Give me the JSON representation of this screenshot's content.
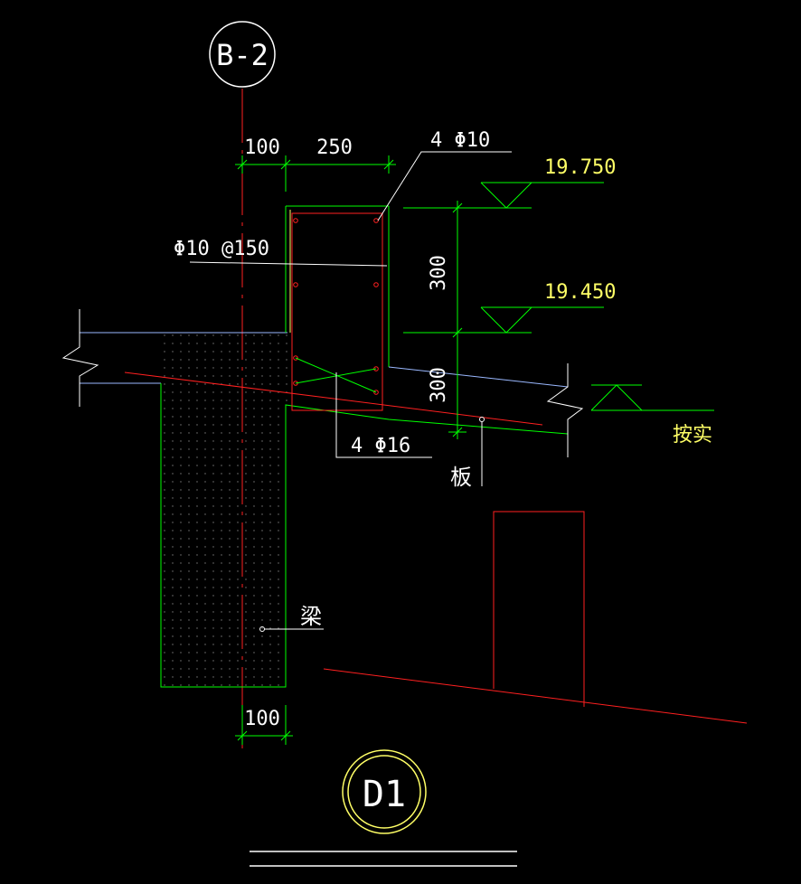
{
  "colors": {
    "background": "#000000",
    "axis": "#ff2020",
    "dimension": "#00ff00",
    "leader": "#ffffff",
    "elevation": "#ffff66",
    "slab": "#9ab8ff",
    "concrete_outline": "#00ff00",
    "rebar": "#ff2020",
    "form": "#ffff66"
  },
  "axis_label": "B-2",
  "detail_label": "D1",
  "dimensions": {
    "top_left": "100",
    "top_width": "250",
    "height_upper": "300",
    "height_lower": "300",
    "bottom": "100"
  },
  "rebar_labels": {
    "top_bars": "4 Φ10",
    "stirrups": "Φ10 @150",
    "bottom_bars": "4 Φ16"
  },
  "elevations": {
    "upper": "19.750",
    "lower": "19.450",
    "fill_note": "按实"
  },
  "callouts": {
    "slab": "板",
    "beam": "梁"
  }
}
